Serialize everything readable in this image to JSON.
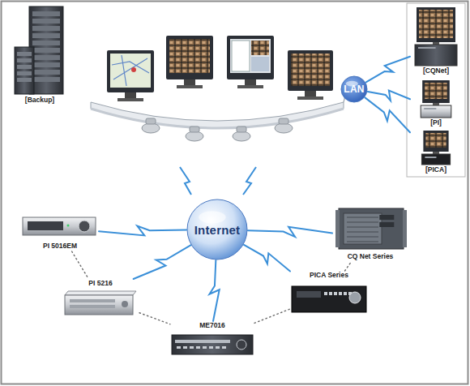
{
  "diagram": {
    "nodes": [
      {
        "text": [
          "[Backup]"
        ]
      },
      {
        "text": [
          "LAN"
        ]
      },
      {
        "text": [
          "[CQNet]"
        ]
      },
      {
        "text": [
          "[PI]"
        ]
      },
      {
        "text": [
          "[PICA]"
        ]
      },
      {
        "text": [
          "Internet"
        ]
      },
      {
        "text": [
          "PI 5016EM"
        ]
      },
      {
        "text": [
          "CQ Net Series"
        ]
      },
      {
        "text": [
          "PI 5216"
        ]
      },
      {
        "text": [
          "PICA Series"
        ]
      },
      {
        "text": [
          "ME7016"
        ]
      }
    ],
    "edges": [
      {
        "from": 1,
        "to": 2,
        "arrow": "none"
      },
      {
        "from": 1,
        "to": 3,
        "arrow": "none"
      },
      {
        "from": 1,
        "to": 4,
        "arrow": "none"
      },
      {
        "from": 5,
        "to": 6,
        "arrow": "none"
      },
      {
        "from": 5,
        "to": 7,
        "arrow": "none"
      },
      {
        "from": 5,
        "to": 8,
        "arrow": "none"
      },
      {
        "from": 5,
        "to": 9,
        "arrow": "none"
      },
      {
        "from": 5,
        "to": 10,
        "arrow": "none"
      },
      {
        "from": 6,
        "to": 8,
        "arrow": "none"
      },
      {
        "from": 8,
        "to": 10,
        "arrow": "none"
      },
      {
        "from": 10,
        "to": 9,
        "arrow": "none"
      },
      {
        "from": 9,
        "to": 7,
        "arrow": "none"
      }
    ]
  }
}
